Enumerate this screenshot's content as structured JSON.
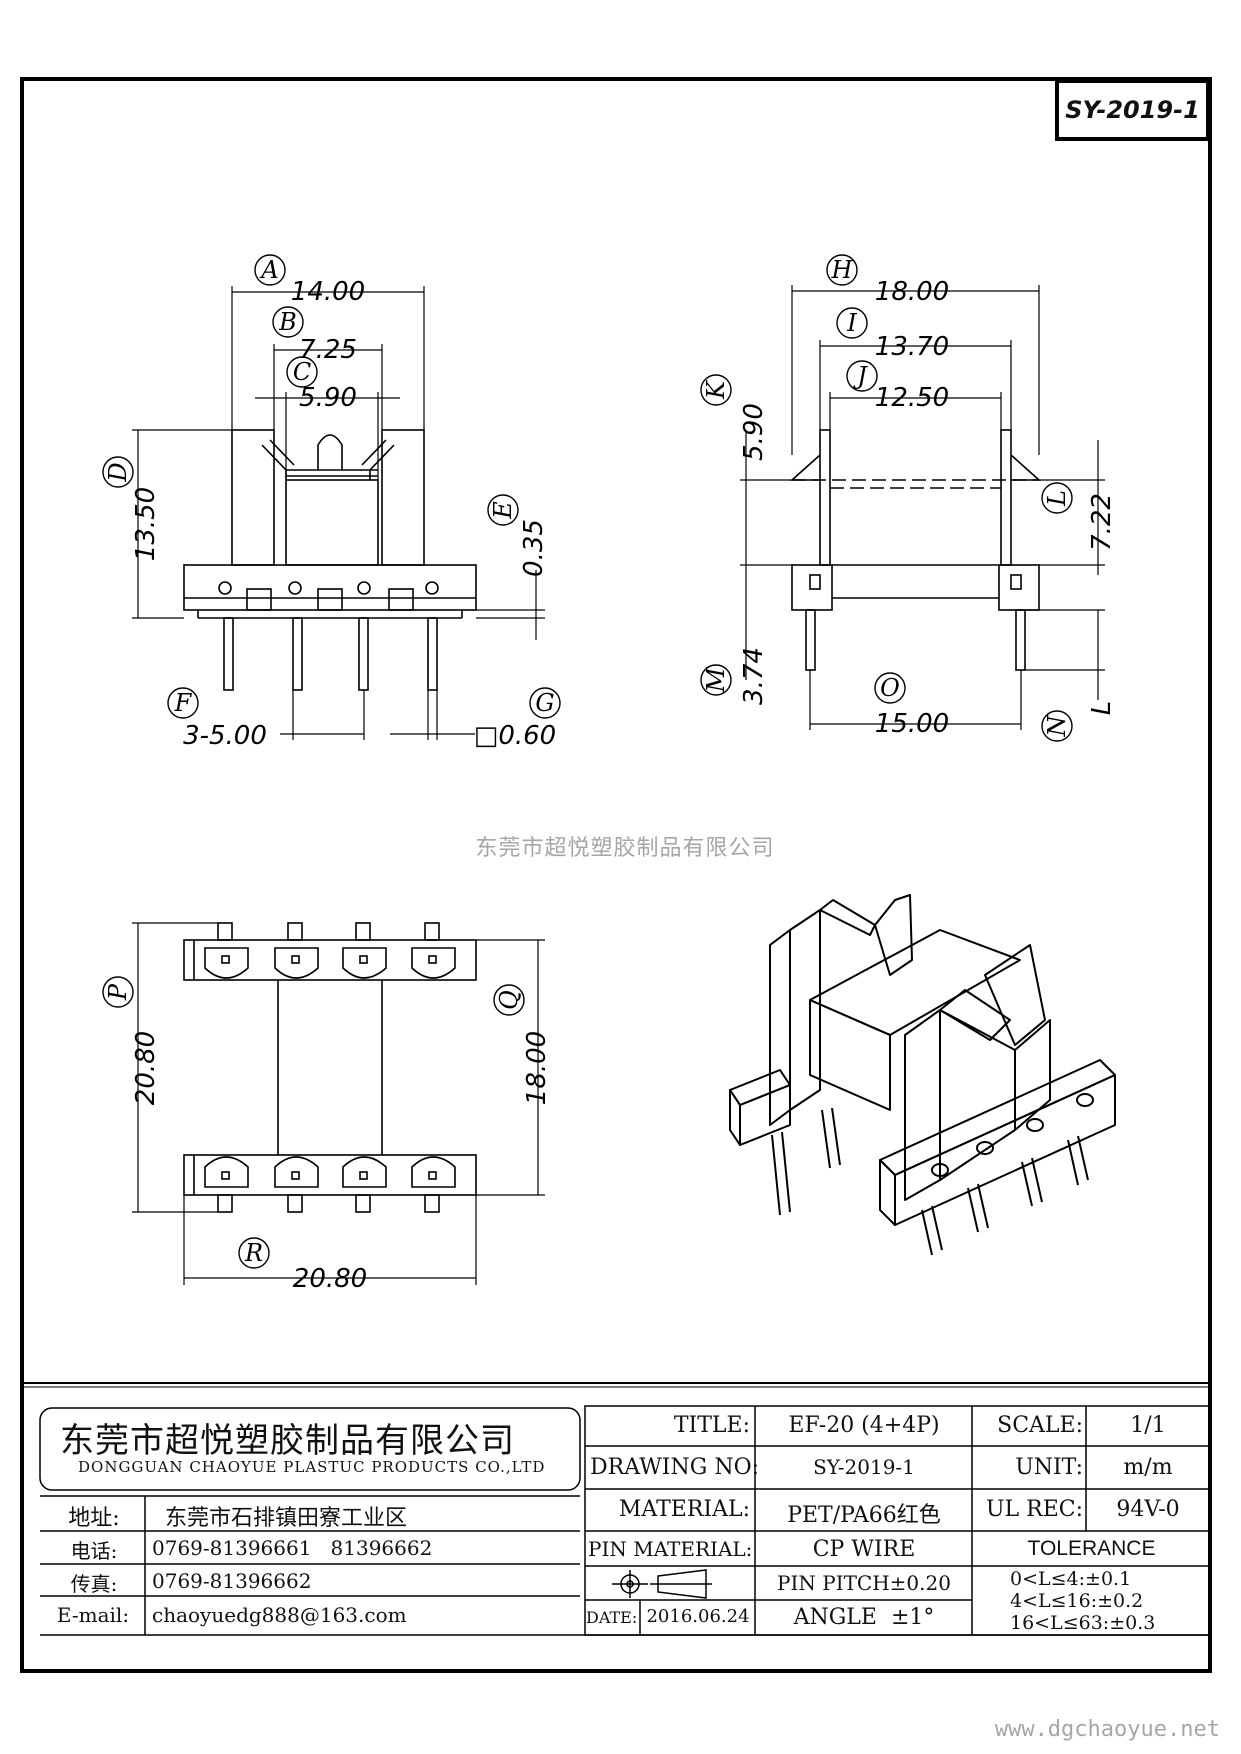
{
  "drawing_code": "SY-2019-1",
  "front_view": {
    "dims": {
      "A": "14.00",
      "B": "7.25",
      "C": "5.90",
      "D": "13.50",
      "E": "0.35",
      "F": "3-5.00",
      "G": "□0.60"
    }
  },
  "side_view": {
    "dims": {
      "H": "18.00",
      "I": "13.70",
      "J": "12.50",
      "K": "5.90",
      "L": "7.22",
      "M": "3.74",
      "N": "L",
      "O": "15.00"
    }
  },
  "bottom_view": {
    "dims": {
      "P": "20.80",
      "Q": "18.00",
      "R": "20.80"
    }
  },
  "balloons": [
    "A",
    "B",
    "C",
    "D",
    "E",
    "F",
    "G",
    "H",
    "I",
    "J",
    "K",
    "L",
    "M",
    "N",
    "O",
    "P",
    "Q",
    "R"
  ],
  "watermark": "东莞市超悦塑胶制品有限公司",
  "website": "www.dgchaoyue.net",
  "company": {
    "name_cn": "东莞市超悦塑胶制品有限公司",
    "name_en": "DONGGUAN CHAOYUE PLASTUC PRODUCTS CO.,LTD",
    "address_label": "地址:",
    "address": "东莞市石排镇田寮工业区",
    "phone_label": "电话:",
    "phone": "0769-81396661   81396662",
    "fax_label": "传真:",
    "fax": "0769-81396662",
    "email_label": "E-mail:",
    "email": "chaoyuedg888@163.com"
  },
  "titleblock": {
    "title_label": "TITLE:",
    "title": "EF-20 (4+4P)",
    "drawing_no_label": "DRAWING NO:",
    "drawing_no": "SY-2019-1",
    "material_label": "MATERIAL:",
    "material": "PET/PA66红色",
    "pin_material_label": "PIN MATERIAL:",
    "pin_material": "CP WIRE",
    "pin_pitch": "PIN PITCH±0.20",
    "angle": "ANGLE  ±1°",
    "date_label": "DATE:",
    "date": "2016.06.24",
    "scale_label": "SCALE:",
    "scale": "1/1",
    "unit_label": "UNIT:",
    "unit": "m/m",
    "ul_label": "UL REC:",
    "ul": "94V-0",
    "tolerance_label": "TOLERANCE",
    "tolerance": [
      "0<L≤4:±0.1",
      "4<L≤16:±0.2",
      "16<L≤63:±0.3"
    ]
  }
}
